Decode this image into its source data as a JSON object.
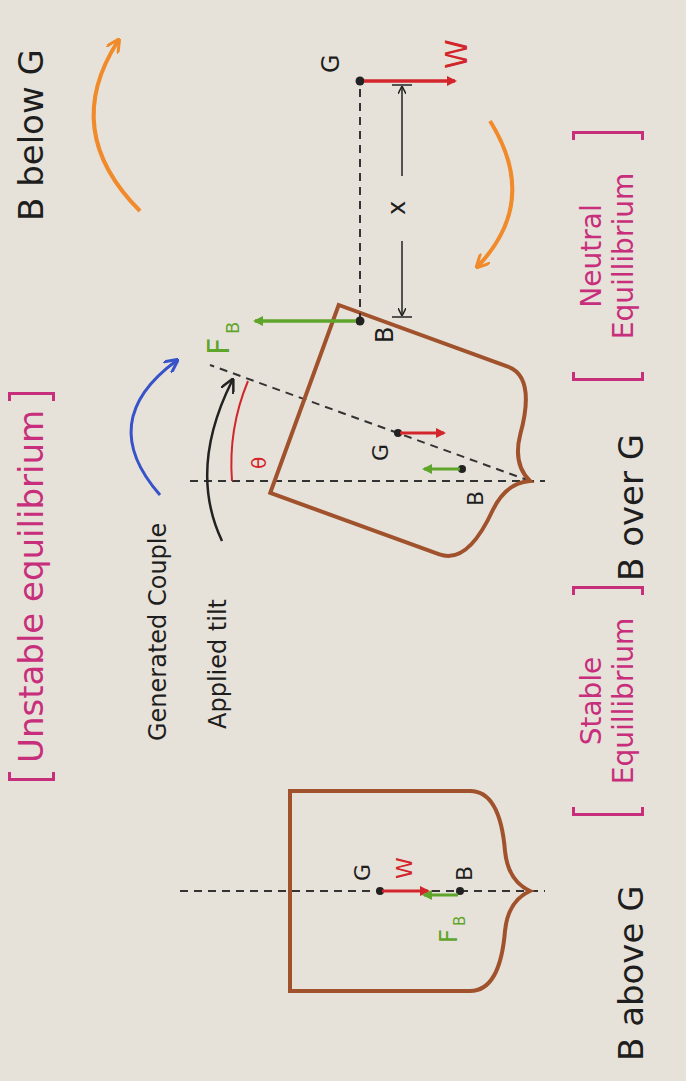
{
  "diagram": {
    "labels": [
      "B below G",
      "Unstable equilibrium",
      "Generated Couple",
      "Applied tilt",
      "θ",
      "G",
      "W",
      "B",
      "F",
      "B",
      "G",
      "B",
      "F",
      "B",
      "B",
      "x",
      "G",
      "W",
      "B above G",
      "Stable Equillibrium",
      "B over G",
      "Neutral Equillibrium"
    ]
  }
}
